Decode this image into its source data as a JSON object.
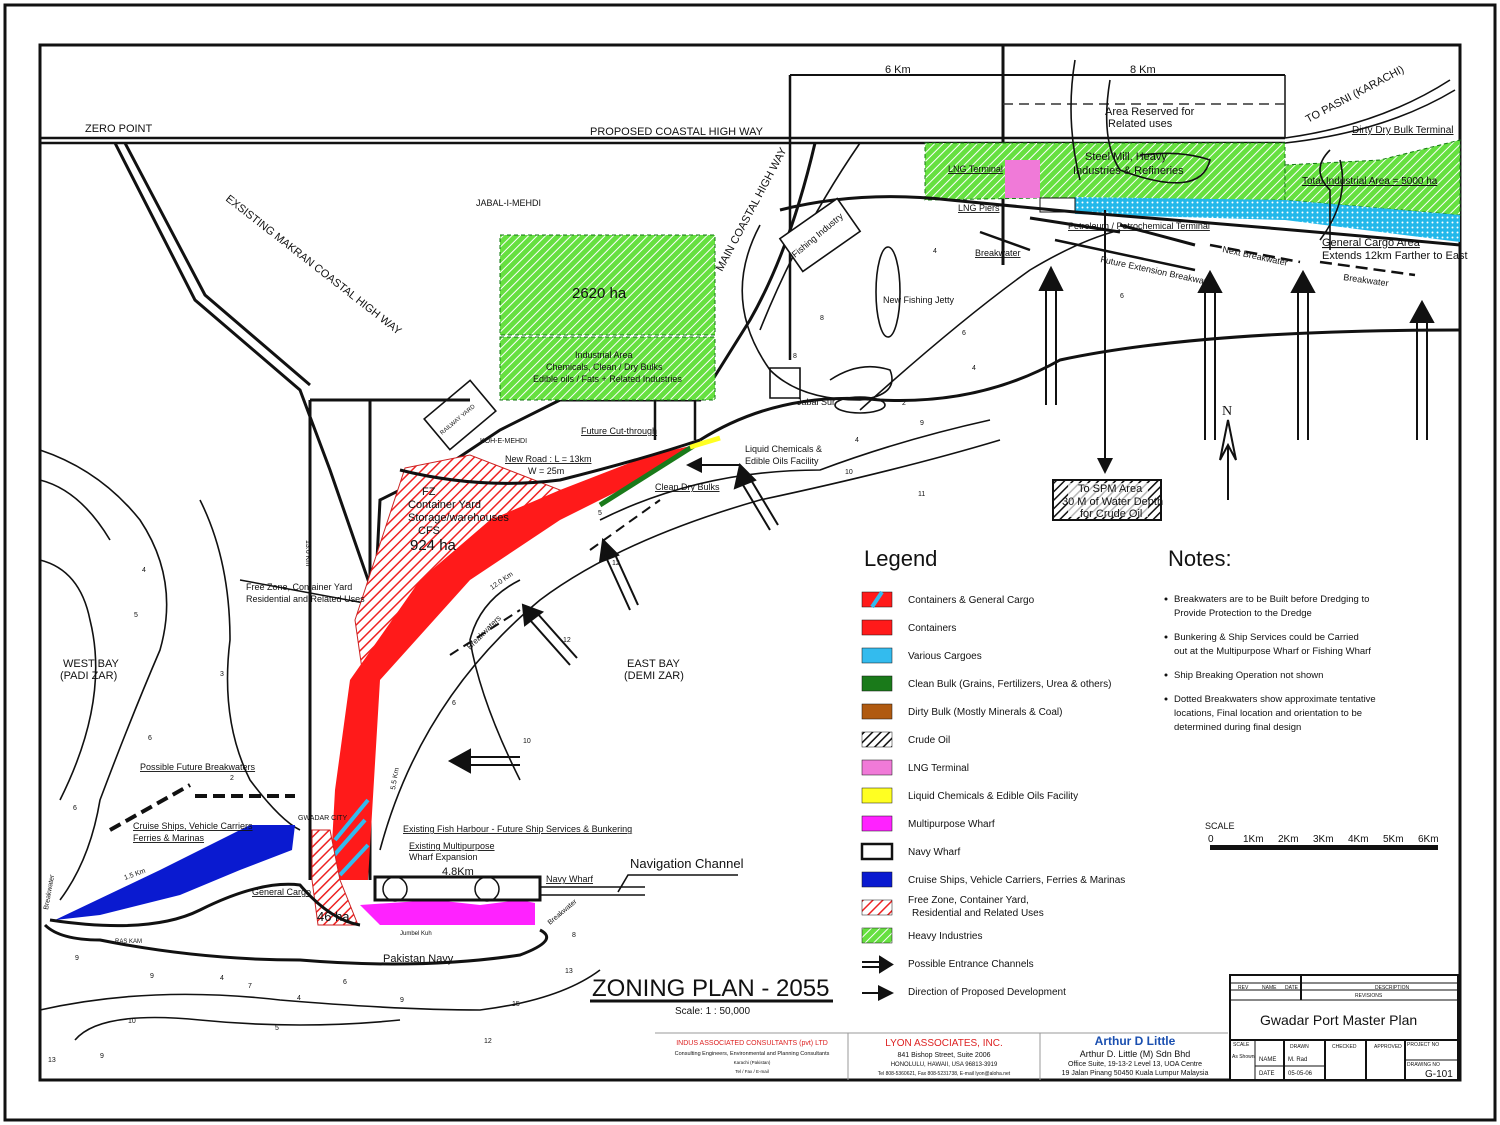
{
  "title": "ZONING PLAN - 2055",
  "scale_text": "Scale:  1 : 50,000",
  "map_labels": {
    "zero_point": "ZERO POINT",
    "coastal_highway": "PROPOSED COASTAL HIGH WAY",
    "dim_6km": "6 Km",
    "dim_8km": "8 Km",
    "area_reserved": "Area Reserved for",
    "area_reserved2": "Related  uses",
    "to_pasni": "TO PASNI (KARACHI)",
    "dirty_dry_bulk": "Dirty Dry Bulk Terminal",
    "steel_mill": "Steel Mill, Heavy",
    "steel_mill2": "Industries & Refineries",
    "lng_terminal": "LNG Terminal",
    "lng_piers": "LNG Piers",
    "total_industrial": "Total Industrial Area = 5000 ha",
    "petroleum": "Petroleum / Petrochemical Terminal",
    "breakwater1": "Breakwater",
    "future_ext_bw": "Future Extension Breakwater",
    "next_bw": "Next Breakwater",
    "breakwater2": "Breakwater",
    "general_cargo_area": "General Cargo Area",
    "general_cargo_area2": "Extends 12km Farther to East",
    "makran": "EXSISTING MAKRAN COASTAL HIGH WAY",
    "jabal_mehdi": "JABAL-I-MEHDI",
    "main_coastal": "MAIN COASTAL HIGH WAY",
    "ha2620": "2620 ha",
    "industrial_area": "Industrial Area",
    "industrial_area2": "Chemicals, Clean / Dry Bulks",
    "industrial_area3": "Edible oils / Fats + Related Industries",
    "fishing_industry": "Fishing Industry",
    "new_fishing_jetty": "New Fishing Jetty",
    "jabal_sur": "Jabal Sur",
    "railway_yard": "RAILWAY YARD",
    "koh_e_mehdi": "KOH-E-MEHDI",
    "future_cut": "Future Cut-through",
    "liquid_chem": "Liquid Chemicals &",
    "liquid_chem2": "Edible Oils Facility",
    "new_road": "New Road :  L = 13km",
    "new_road2": "W =  25m",
    "clean_dry_bulks": "Clean Dry Bulks",
    "fz1": "FZ",
    "fz2": "Container Yard",
    "fz3": "Storage/warehouses",
    "fz4": "CFS",
    "fz5": "924 ha",
    "to_spm": "To SPM Area",
    "to_spm2": "30 M of Water Depth",
    "to_spm3": "for Crude Oil",
    "north": "N",
    "free_zone": "Free Zone, Container Yard",
    "free_zone2": "Residential and Related Uses",
    "km12": "12.0 Km",
    "km55": "5.5 Km",
    "km13": "13.0 Km",
    "breakwaters": "Breakwaters",
    "west_bay": "WEST BAY",
    "west_bay2": "(PADI ZAR)",
    "east_bay": "EAST BAY",
    "east_bay2": "(DEMI ZAR)",
    "possible_bw": "Possible Future Breakwaters",
    "cruise": "Cruise Ships, Vehicle Carriers",
    "cruise2": "Ferries & Marinas",
    "gwadar_city": "GWADAR CITY",
    "existing_fish": "Existing Fish Harbour - Future Ship Services & Bunkering",
    "existing_multi": "Existing Multipurpose",
    "existing_multi2": "Wharf Expansion",
    "km48": "4.8Km",
    "navy_wharf": "Navy Wharf",
    "general_cargo": "General Cargo",
    "ha46": "46 ha",
    "nav_channel": "Navigation Channel",
    "jumbel_kuh": "Jumbel Kuh",
    "pakistan_navy": "Pakistan Navy",
    "ras_kam": "RAS KAM",
    "km15": "1.5 Km",
    "breakwater3": "Breakwater",
    "breakwater4": "Breakwater"
  },
  "depths": [
    "4",
    "5",
    "3",
    "6",
    "6",
    "2",
    "9",
    "9",
    "7",
    "4",
    "4",
    "5",
    "9",
    "6",
    "10",
    "9",
    "13",
    "8",
    "4",
    "6",
    "6",
    "4",
    "2",
    "9",
    "4",
    "10",
    "11",
    "8",
    "5",
    "12",
    "12",
    "6",
    "10",
    "8",
    "13",
    "15",
    "12"
  ],
  "legend": {
    "title": "Legend",
    "items": [
      {
        "label": "Containers & General Cargo",
        "color": "#ff1a1a"
      },
      {
        "label": "Containers",
        "color": "#ff1a1a"
      },
      {
        "label": "Various Cargoes",
        "color": "#33bbee"
      },
      {
        "label": "Clean Bulk (Grains, Fertilizers, Urea & others)",
        "color": "#1a7a1a"
      },
      {
        "label": "Dirty Bulk (Mostly Minerals & Coal)",
        "color": "#b05a10"
      },
      {
        "label": "Crude Oil",
        "color": "#111111"
      },
      {
        "label": "LNG Terminal",
        "color": "#f07ad8"
      },
      {
        "label": "Liquid Chemicals & Edible Oils Facility",
        "color": "#ffff22"
      },
      {
        "label": "Multipurpose Wharf",
        "color": "#ff22ff"
      },
      {
        "label": "Navy Wharf",
        "color": "#ffffff"
      },
      {
        "label": "Cruise Ships, Vehicle Carriers, Ferries & Marinas",
        "color": "#0a1ad0"
      },
      {
        "label": "Free Zone, Container Yard,",
        "label2": "Residential and Related Uses",
        "color": "#ff1a1a"
      },
      {
        "label": "Heavy Industries",
        "color": "#66e040"
      },
      {
        "label": "Possible Entrance Channels",
        "color": "#111111"
      },
      {
        "label": "Direction of Proposed Development",
        "color": "#111111"
      }
    ]
  },
  "notes": {
    "title": "Notes:",
    "items": [
      [
        "Breakwaters are to be Built before Dredging to",
        "Provide Protection to the Dredge"
      ],
      [
        "Bunkering & Ship Services could be Carried",
        "out at the Multipurpose Wharf or Fishing Wharf"
      ],
      [
        "Ship Breaking Operation not shown"
      ],
      [
        "Dotted Breakwaters show approximate tentative",
        "locations, Final location and orientation to be",
        "determined during final design"
      ]
    ]
  },
  "scale_bar": {
    "label": "SCALE",
    "ticks": [
      "0",
      "1Km",
      "2Km",
      "3Km",
      "4Km",
      "5Km",
      "6Km"
    ]
  },
  "consultants": [
    {
      "name": "INDUS ASSOCIATED CONSULTANTS (pvt) LTD",
      "line1": "Consulting Engineers, Environmental and Planning Consultants",
      "line2": "Karachi (Pakistan)",
      "line3": "Tel / Fax / E-mail"
    },
    {
      "name": "LYON ASSOCIATES, INC.",
      "line1": "841 Bishop Street, Suite 2006",
      "line2": "HONOLULU, HAWAII, USA 96813-3919",
      "line3": "Tel 808-5360621, Fax 808-5231738, E-mail lyon@aloha.net"
    },
    {
      "name": "Arthur D Little",
      "line1": "Arthur D. Little (M) Sdn Bhd",
      "line2": "Office Suite, 19-13-2 Level 13, UOA Centre",
      "line3": "19 Jalan Pinang 50450 Kuala Lumpur Malaysia"
    }
  ],
  "title_block": {
    "rev": "REV",
    "name": "NAME",
    "date": "DATE",
    "description": "DESCRIPTION",
    "revisions": "REVISIONS",
    "project_title": "Gwadar Port Master Plan",
    "scale_label": "SCALE",
    "scale_value": "As Shown",
    "drawn": "DRAWN",
    "checked": "CHECKED",
    "approved": "APPROVED",
    "project_no": "PROJECT NO",
    "name_label": "NAME",
    "name_value": "M. Rad",
    "date_label": "DATE",
    "date_value": "05-05-06",
    "drawing_no_label": "DRAWING NO",
    "drawing_no": "G-101"
  }
}
